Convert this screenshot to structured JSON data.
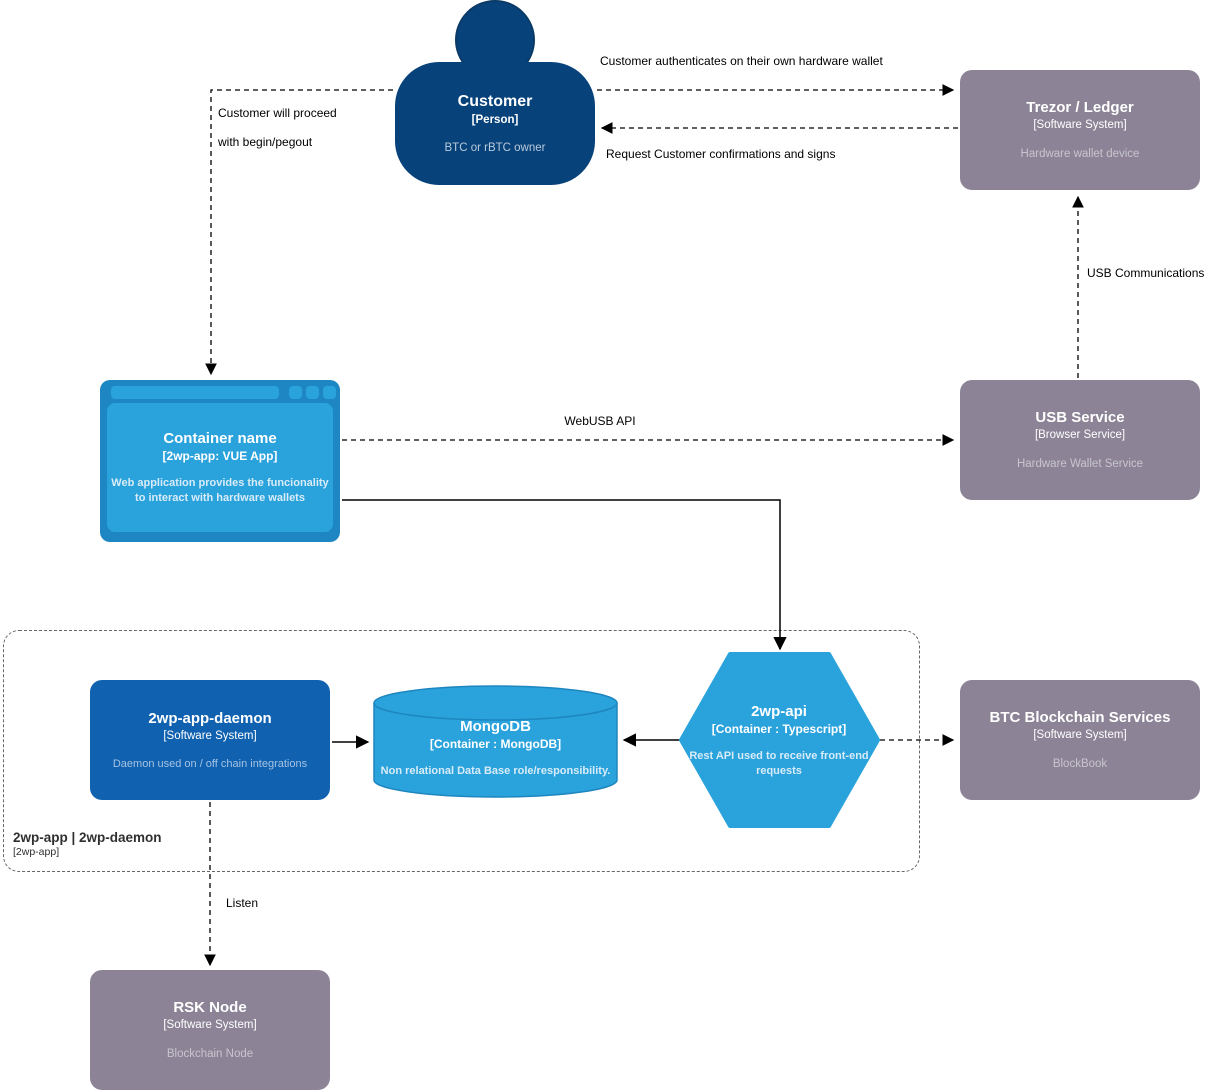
{
  "colors": {
    "person_fill": "#08427b",
    "external_system_fill": "#8c8496",
    "software_system_fill": "#1061b0",
    "container_fill": "#2aa2dc",
    "browser_frame_fill": "#1d86c3",
    "edge_color": "#000000",
    "boundary_color": "#666666"
  },
  "nodes": {
    "customer": {
      "title": "Customer",
      "type": "[Person]",
      "desc": "BTC or rBTC owner"
    },
    "trezor": {
      "title": "Trezor / Ledger",
      "type": "[Software System]",
      "desc": "Hardware wallet device"
    },
    "webapp": {
      "title": "Container name",
      "type": "[2wp-app: VUE App]",
      "desc": "Web application provides the funcionality to interact with hardware wallets"
    },
    "usb_service": {
      "title": "USB Service",
      "type": "[Browser Service]",
      "desc": "Hardware Wallet Service"
    },
    "daemon": {
      "title": "2wp-app-daemon",
      "type": "[Software System]",
      "desc": "Daemon used on / off chain integrations"
    },
    "mongodb": {
      "title": "MongoDB",
      "type": "[Container : MongoDB]",
      "desc": "Non relational Data Base role/responsibility."
    },
    "api": {
      "title": "2wp-api",
      "type": "[Container : Typescript]",
      "desc": "Rest API used to receive front-end requests"
    },
    "btc": {
      "title": "BTC Blockchain Services",
      "type": "[Software System]",
      "desc": "BlockBook"
    },
    "rsk": {
      "title": "RSK Node",
      "type": "[Software System]",
      "desc": "Blockchain Node"
    }
  },
  "boundary": {
    "title": "2wp-app | 2wp-daemon",
    "subtitle": "[2wp-app]"
  },
  "edges": {
    "authenticate": "Customer authenticates on their own hardware wallet",
    "request_sign": "Request Customer confirmations and signs",
    "proceed_line1": "Customer will proceed",
    "proceed_line2": "with begin/pegout",
    "usb_comms": "USB Communications",
    "webusb": "WebUSB API",
    "listen": "Listen"
  }
}
